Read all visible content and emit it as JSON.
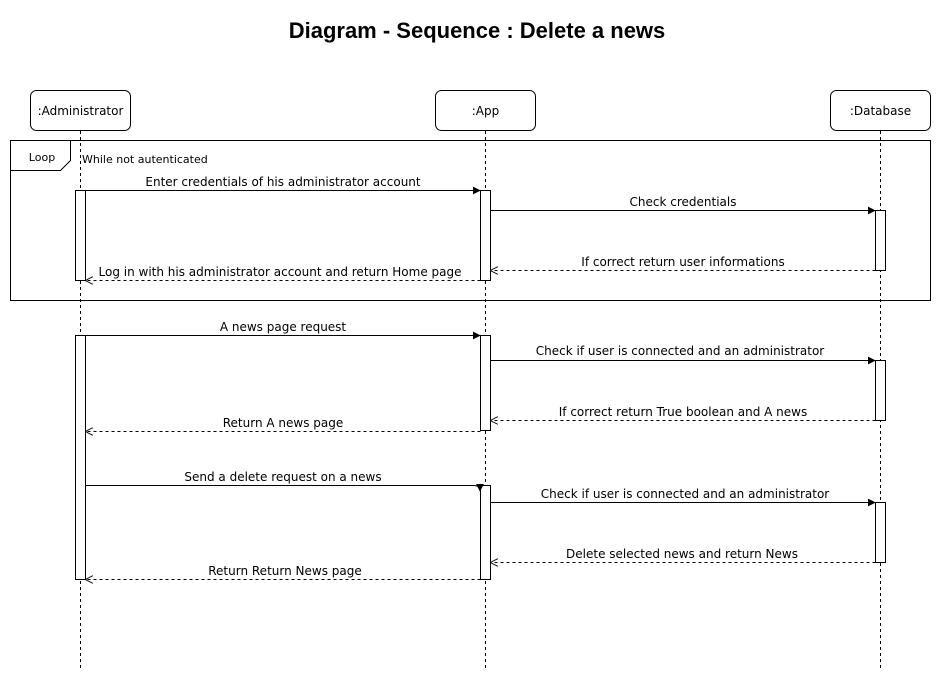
{
  "title": "Diagram - Sequence : Delete a news",
  "participants": [
    {
      "name": ":Administrator"
    },
    {
      "name": ":App"
    },
    {
      "name": ":Database"
    }
  ],
  "loop": {
    "label": "Loop",
    "guard": "While not autenticated"
  },
  "messages": [
    {
      "from": 0,
      "to": 1,
      "kind": "sync",
      "text": "Enter credentials of his administrator account"
    },
    {
      "from": 1,
      "to": 2,
      "kind": "sync",
      "text": "Check credentials"
    },
    {
      "from": 2,
      "to": 1,
      "kind": "reply",
      "text": "If correct return user informations"
    },
    {
      "from": 1,
      "to": 0,
      "kind": "reply",
      "text": "Log in with his administrator account and return Home page"
    },
    {
      "from": 0,
      "to": 1,
      "kind": "sync",
      "text": "A news page request"
    },
    {
      "from": 1,
      "to": 2,
      "kind": "sync",
      "text": "Check if user is connected and an administrator"
    },
    {
      "from": 2,
      "to": 1,
      "kind": "reply",
      "text": "If correct return True boolean and A news"
    },
    {
      "from": 1,
      "to": 0,
      "kind": "reply",
      "text": "Return A news page"
    },
    {
      "from": 0,
      "to": 1,
      "kind": "sync",
      "text": "Send a delete request on a news"
    },
    {
      "from": 1,
      "to": 2,
      "kind": "sync",
      "text": "Check if user is connected and an administrator"
    },
    {
      "from": 2,
      "to": 1,
      "kind": "reply",
      "text": "Delete selected news and return News"
    },
    {
      "from": 1,
      "to": 0,
      "kind": "reply",
      "text": "Return Return News page"
    }
  ]
}
